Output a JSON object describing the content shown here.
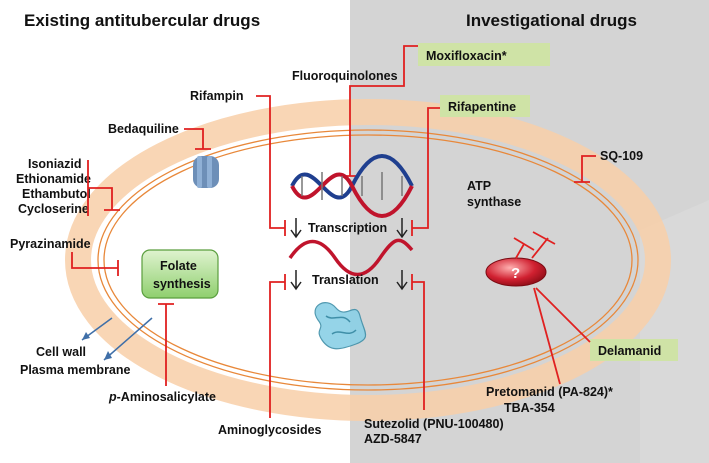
{
  "headers": {
    "existing": "Existing antitubercular drugs",
    "investigational": "Investigational drugs"
  },
  "drugs": {
    "moxifloxacin": "Moxifloxacin*",
    "fluoroquinolones": "Fluoroquinolones",
    "rifampin": "Rifampin",
    "rifapentine": "Rifapentine",
    "bedaquiline": "Bedaquiline",
    "sq109": "SQ-109",
    "isoniazid": "Isoniazid",
    "ethionamide": "Ethionamide",
    "ethambutol": "Ethambutol",
    "cycloserine": "Cycloserine",
    "pyrazinamide": "Pyrazinamide",
    "delamanid": "Delamanid",
    "pretomanid": "Pretomanid (PA-824)*",
    "tba354": "TBA-354",
    "aminoglycosides": "Aminoglycosides",
    "sutezolid": "Sutezolid (PNU-100480)",
    "azd5847": "AZD-5847",
    "pas_prefix": "p",
    "pas_rest": "-Aminosalicylate"
  },
  "targets": {
    "atp_line1": "ATP",
    "atp_line2": "synthase",
    "transcription": "Transcription",
    "translation": "Translation",
    "folate_line1": "Folate",
    "folate_line2": "synthesis",
    "cell_wall": "Cell wall",
    "plasma_membrane": "Plasma membrane",
    "unknown": "?"
  },
  "colors": {
    "investigational_bg": "#d9d9d9",
    "membrane": "#f8cfa8",
    "inhibitor_line": "#e02020",
    "highlight_box": "#cfe3a6",
    "folate_box": "#8fcf6e",
    "dna_red": "#c0142c",
    "dna_blue": "#1f3f8f",
    "atp_synthase": "#6d8fb8",
    "protein": "#8ad0e6"
  }
}
